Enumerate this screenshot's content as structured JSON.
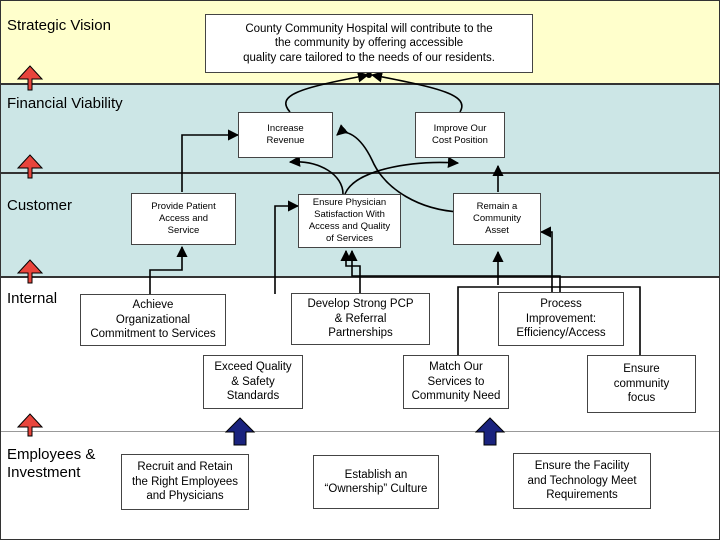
{
  "colors": {
    "vision_band": "#ffffcc",
    "perspective_band": "#cce6e6",
    "up_arrow_red": "#e8453c",
    "up_arrow_navy": "#1a237e"
  },
  "perspectives": {
    "vision": "Strategic Vision",
    "financial": "Financial Viability",
    "customer": "Customer",
    "internal": "Internal",
    "employees": "Employees &\nInvestment"
  },
  "vision_statement": "County Community Hospital will contribute to the\nthe community by offering accessible\nquality care tailored to the needs of our residents.",
  "objectives": {
    "increase_revenue": "Increase\nRevenue",
    "improve_cost_position": "Improve Our\nCost Position",
    "provide_patient_access": "Provide Patient\nAccess and\nService",
    "ensure_physician_satisfaction": "Ensure Physician\nSatisfaction With\nAccess and Quality\nof Services",
    "remain_community_asset": "Remain a\nCommunity\nAsset",
    "achieve_commitment": "Achieve\nOrganizational\nCommitment to Services",
    "develop_pcp": "Develop Strong PCP\n& Referral\nPartnerships",
    "process_improvement": "Process\nImprovement:\nEfficiency/Access",
    "exceed_quality": "Exceed Quality\n& Safety\nStandards",
    "match_community_need": "Match Our\nServices to\nCommunity Need",
    "ensure_community_focus": "Ensure\ncommunity\nfocus",
    "recruit_retain": "Recruit and Retain\nthe Right Employees\nand Physicians",
    "ownership_culture": "Establish an\n“Ownership” Culture",
    "facility_technology": "Ensure the Facility\nand Technology Meet\nRequirements"
  },
  "icons": {
    "side_arrows": "up-arrow-icon",
    "bottom_arrows": "up-arrow-icon"
  }
}
